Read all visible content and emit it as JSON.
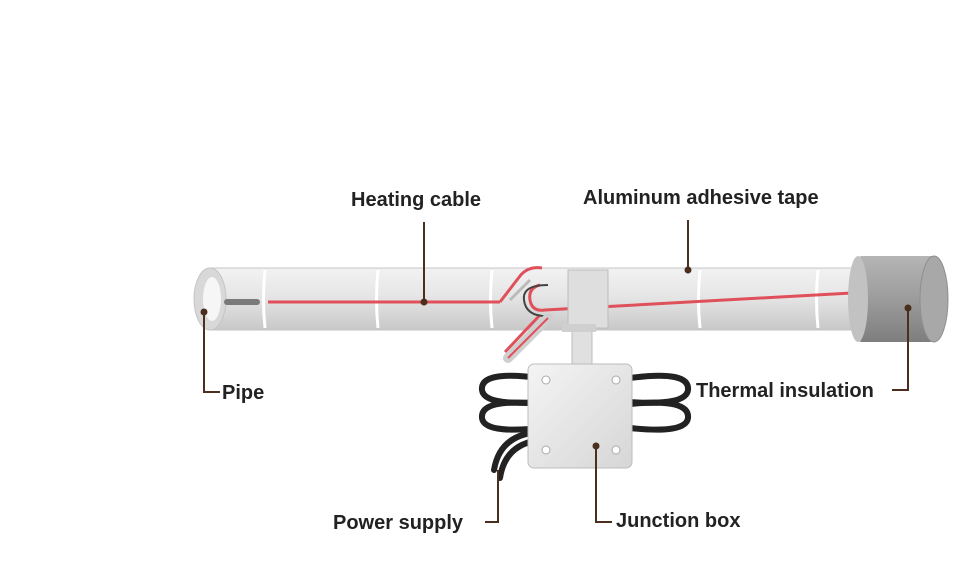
{
  "labels": {
    "heating_cable": "Heating cable",
    "aluminum_tape": "Aluminum adhesive tape",
    "pipe": "Pipe",
    "thermal_insulation": "Thermal insulation",
    "power_supply": "Power supply",
    "junction_box": "Junction box"
  },
  "colors": {
    "pipe_body": "#e4e4e4",
    "heating_cable": "#e0505a",
    "leader_line": "#4a2f1e",
    "insulation": "#9a9a9a",
    "junction_box": "#e8e8e8",
    "label_text": "#222222"
  }
}
